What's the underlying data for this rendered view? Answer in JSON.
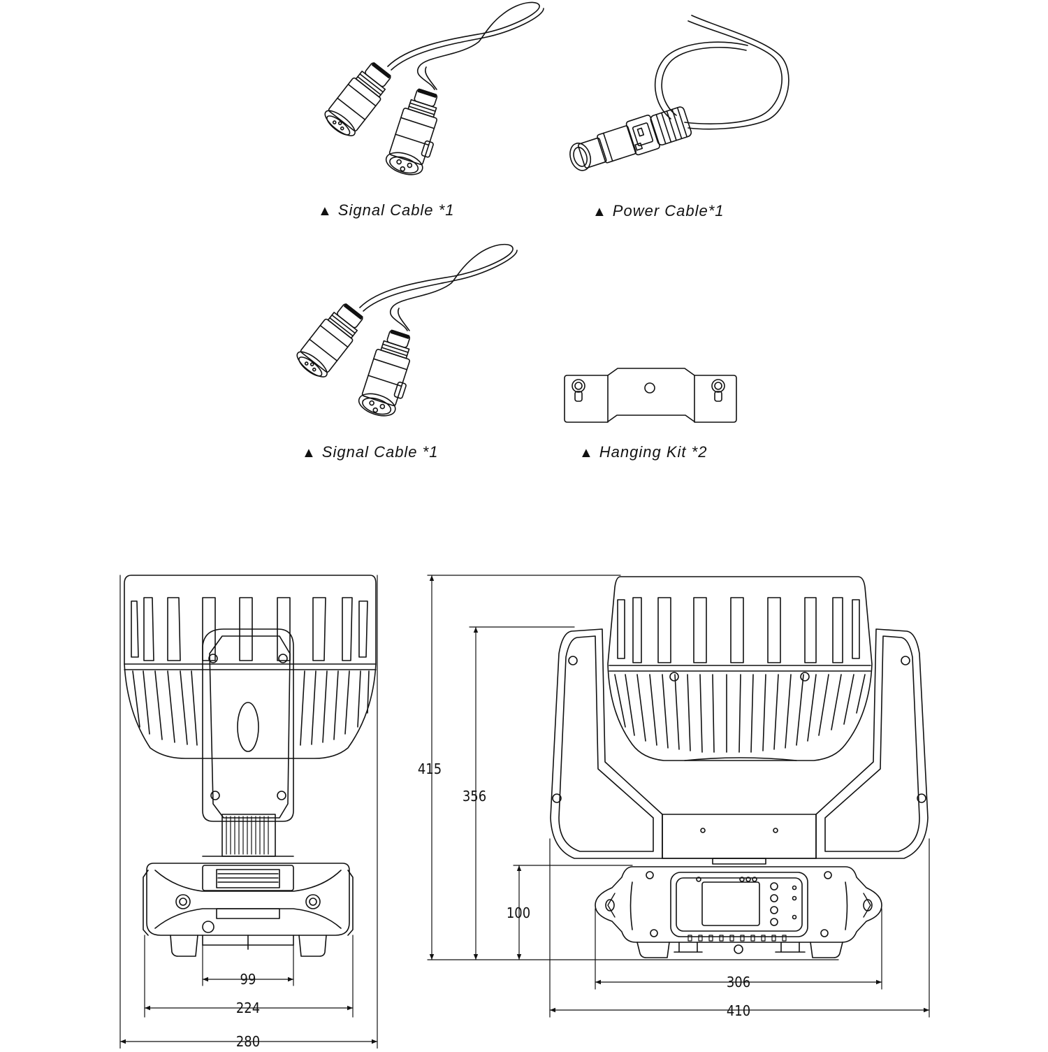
{
  "accessories": [
    {
      "id": "signal-cable-1",
      "symbol": "▲",
      "label": "Signal Cable *1"
    },
    {
      "id": "power-cable",
      "symbol": "▲",
      "label": "Power Cable*1"
    },
    {
      "id": "signal-cable-2",
      "symbol": "▲",
      "label": "Signal Cable *1"
    },
    {
      "id": "hanging-kit",
      "symbol": "▲",
      "label": "Hanging Kit *2"
    }
  ],
  "dimensions": {
    "front_view": {
      "base_inner": "99",
      "base_outer": "224",
      "total_width": "280"
    },
    "side_view": {
      "total_height": "415",
      "yoke_height": "356",
      "base_height": "100",
      "base_width": "306",
      "total_width": "410"
    }
  },
  "colors": {
    "line": "#111111",
    "background": "#ffffff"
  }
}
